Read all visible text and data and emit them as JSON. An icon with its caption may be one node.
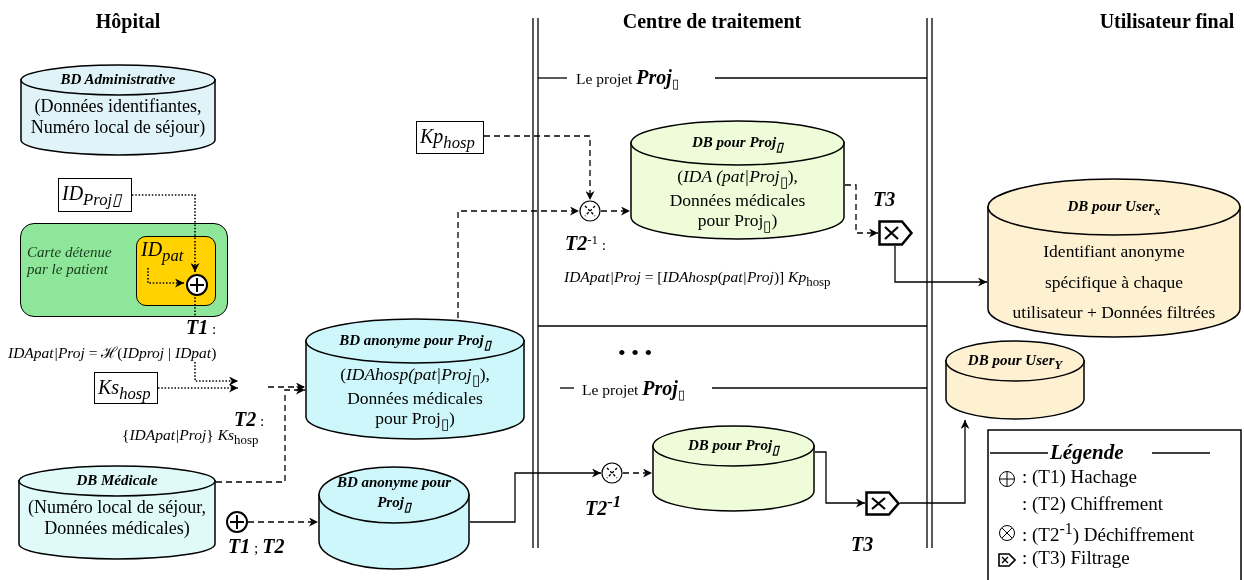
{
  "diagram": {
    "nodes": [
      {
        "text": [
          "BD Administrative",
          "(Données identifiantes, Numéro local de séjour)"
        ]
      },
      {
        "text": [
          "ID$_{Proj▯}$"
        ]
      },
      {
        "text": [
          "Carte détenue par le patient"
        ]
      },
      {
        "text": [
          "ID$_{pat}$"
        ],
        "in": 2
      },
      {
        "text": [],
        "shape": "circle",
        "in": 3
      },
      {
        "text": [
          "Ks$_{hosp}$"
        ]
      },
      {
        "text": [
          "Kp$_{hosp}$"
        ]
      },
      {
        "text": [
          "BD anonyme pour Proj$_{▯}$",
          "(*IDAhosp(pat|Proj*$_{▯}$), Données médicales pour Proj$_{▯}$)"
        ]
      },
      {
        "text": [
          "DB Médicale",
          "(Numéro local de séjour, Données médicales)"
        ]
      },
      {
        "text": [],
        "shape": "circle",
        "beside": [
          "**T1** ; **T2**"
        ]
      },
      {
        "text": [
          "BD anonyme pour Proj$_{▯}$"
        ]
      },
      {
        "text": [],
        "shape": "circle",
        "beside": [
          "**T2**$^{-1}$ :"
        ]
      },
      {
        "text": [
          "DB pour Proj$_{▯}$",
          "(*IDA (pat|Proj*$_{▯}$), Données médicales pour Proj$_{▯}$)"
        ]
      },
      {
        "text": [],
        "shape": "tag",
        "beside": [
          "T3"
        ]
      },
      {
        "text": [
          "DB pour User$_{x}$",
          "Identifiant anonyme spécifique à chaque utilisateur + Données filtrées"
        ]
      },
      {
        "text": [],
        "shape": "circle",
        "beside": [
          "T2$^{-1}$"
        ]
      },
      {
        "text": [
          "DB pour Proj$_{▯}$"
        ]
      },
      {
        "text": [],
        "shape": "tag",
        "beside": [
          "T3"
        ]
      },
      {
        "text": [
          "DB pour User$_{Y}$"
        ]
      }
    ],
    "edges": [
      {
        "from": 1,
        "to": 4,
        "arrow": "to",
        "style": "dashed"
      },
      {
        "from": 3,
        "to": 4,
        "arrow": "to",
        "style": "dashed"
      },
      {
        "from": 4,
        "to": null,
        "arrow": "to",
        "style": "dashed"
      },
      {
        "from": 5,
        "to": null,
        "arrow": "to",
        "style": "dashed"
      },
      {
        "from": null,
        "to": 7,
        "arrow": "to",
        "style": "dashed"
      },
      {
        "from": 8,
        "to": 7,
        "arrow": "to",
        "style": "dashed"
      },
      {
        "from": 7,
        "to": 11,
        "arrow": "to",
        "style": "dashed"
      },
      {
        "from": 6,
        "to": 11,
        "arrow": "to",
        "style": "dashed"
      },
      {
        "from": 11,
        "to": 12,
        "arrow": "to",
        "style": "dashed"
      },
      {
        "from": 12,
        "to": 13,
        "arrow": "to",
        "style": "dashed"
      },
      {
        "from": 13,
        "to": 14,
        "arrow": "to"
      },
      {
        "from": 9,
        "to": 10,
        "arrow": "to",
        "style": "dashed"
      },
      {
        "from": 10,
        "to": 15,
        "arrow": "to"
      },
      {
        "from": 15,
        "to": 16,
        "arrow": "to",
        "style": "dashed"
      },
      {
        "from": 16,
        "to": 17,
        "arrow": "to"
      },
      {
        "from": 17,
        "to": 18,
        "arrow": "to"
      }
    ],
    "labels": [
      "Hôpital",
      "Centre de traitement",
      "Utilisateur final",
      "Le projet **Proj**$_{▯}$",
      "**T1** :",
      "*IDApat|Proj* = ℋ(*IDproj* | *IDpat*)",
      "**T2** :",
      "{*IDApat|Proj*} *Ks*$_{hosp}$",
      "*IDApat|Proj* = [*IDAhosp*(*pat|Proj*)] *Kp*$_{hosp}$",
      "• • •",
      "Le projet **Proj**$_{▯}$",
      "Légende"
    ],
    "legend": [
      {
        "text": ": (T1) Hachage"
      },
      {
        "text": ": (T2) Chiffrement"
      },
      {
        "text": ": (T2$^{-1}$) Déchiffrement"
      },
      {
        "text": ": (T3) Filtrage"
      }
    ]
  }
}
